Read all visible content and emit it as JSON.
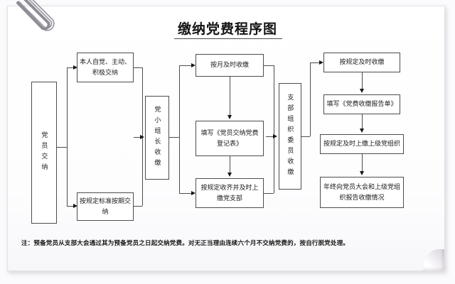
{
  "document": {
    "title": "缴纳党费程序图",
    "note": "注：预备党员从支部大会通过其为预备党员之日起交纳党费。对无正当理由连续六个月不交纳党费的，按自行脱党处理。",
    "paperclip_icon": "paperclip-icon",
    "page_curl_icon": "page-curl-icon"
  },
  "flow": {
    "col1": {
      "member_pay": "党员交纳"
    },
    "col2": {
      "voluntary": "本人自觉、主动、积极交纳",
      "standard": "按规定标准按期交纳"
    },
    "col3": {
      "group_leader": "党小组长收缴"
    },
    "col4": {
      "monthly": "按月及时收缴",
      "register": "填写《党员交纳党费登记表》",
      "collect_up": "按规定收齐并及时上缴党支部"
    },
    "col5": {
      "branch_officer": "支部组织委员收缴"
    },
    "col6": {
      "timely": "按规定及时收缴",
      "report_form": "填写《党费收缴报告单》",
      "submit_upper": "按规定及时上缴上级党组织",
      "year_end": "年终向党员大会和上级党组织报告收缴情况"
    }
  },
  "colors": {
    "box_border": "#4d4d4d",
    "text": "#1b1b1b",
    "connector": "#4d4d4d",
    "arrow": "#161616",
    "page": "#ffffff"
  }
}
